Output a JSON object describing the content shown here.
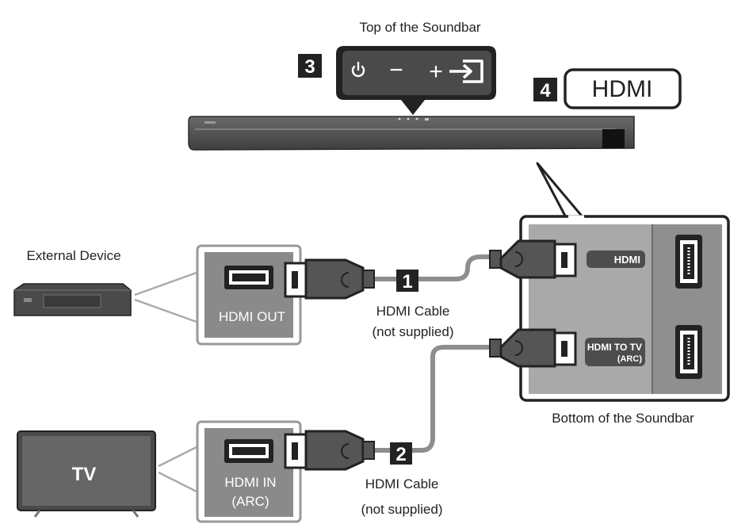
{
  "labels": {
    "top_of_soundbar": "Top of the Soundbar",
    "bottom_of_soundbar": "Bottom of the Soundbar",
    "external_device": "External Device",
    "tv": "TV"
  },
  "callouts": {
    "top_buttons_number": "3",
    "hdmi_port_number": "4",
    "hdmi_port_label": "HDMI",
    "cable1_number": "1",
    "cable2_number": "2"
  },
  "top_panel": {
    "icons": [
      "power-icon",
      "volume-down-icon",
      "volume-up-icon",
      "input-source-icon"
    ],
    "minus": "−",
    "plus": "+"
  },
  "ports": {
    "external_out": "HDMI OUT",
    "tv_in_line1": "HDMI IN",
    "tv_in_line2": "(ARC)",
    "soundbar_hdmi": "HDMI",
    "soundbar_arc_line1": "HDMI TO TV",
    "soundbar_arc_line2": "(ARC)"
  },
  "cables": [
    {
      "line1": "HDMI Cable",
      "line2": "(not supplied)"
    },
    {
      "line1": "HDMI Cable",
      "line2": "(not supplied)"
    }
  ]
}
